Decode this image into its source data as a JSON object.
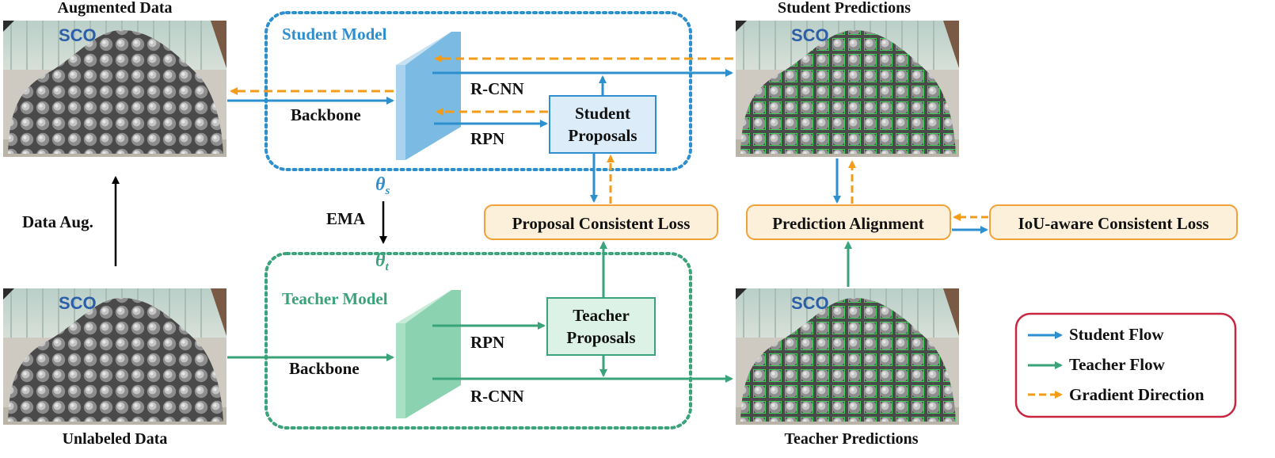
{
  "titles": {
    "augmented": "Augmented Data",
    "unlabeled": "Unlabeled Data",
    "student_pred": "Student Predictions",
    "teacher_pred": "Teacher Predictions"
  },
  "student_model": {
    "title": "Student Model",
    "backbone": "Backbone",
    "rcnn": "R-CNN",
    "rpn": "RPN",
    "proposals_line1": "Student",
    "proposals_line2": "Proposals"
  },
  "teacher_model": {
    "title": "Teacher Model",
    "backbone": "Backbone",
    "rcnn": "R-CNN",
    "rpn": "RPN",
    "proposals_line1": "Teacher",
    "proposals_line2": "Proposals"
  },
  "params": {
    "theta": "θ",
    "s_sub": "s",
    "t_sub": "t",
    "ema": "EMA",
    "data_aug": "Data Aug."
  },
  "losses": {
    "proposal": "Proposal Consistent Loss",
    "alignment": "Prediction Alignment",
    "iou": "IoU-aware Consistent Loss"
  },
  "legend": {
    "student": "Student Flow",
    "teacher": "Teacher Flow",
    "gradient": "Gradient Direction"
  },
  "photo": {
    "container_text": "SCO"
  },
  "colors": {
    "student": "#2e8fcf",
    "teacher": "#3aa37a",
    "gradient": "#f39c1a",
    "loss_border": "#f0a13a",
    "loss_fill": "#fdf0da",
    "legend_border": "#c8253f"
  }
}
